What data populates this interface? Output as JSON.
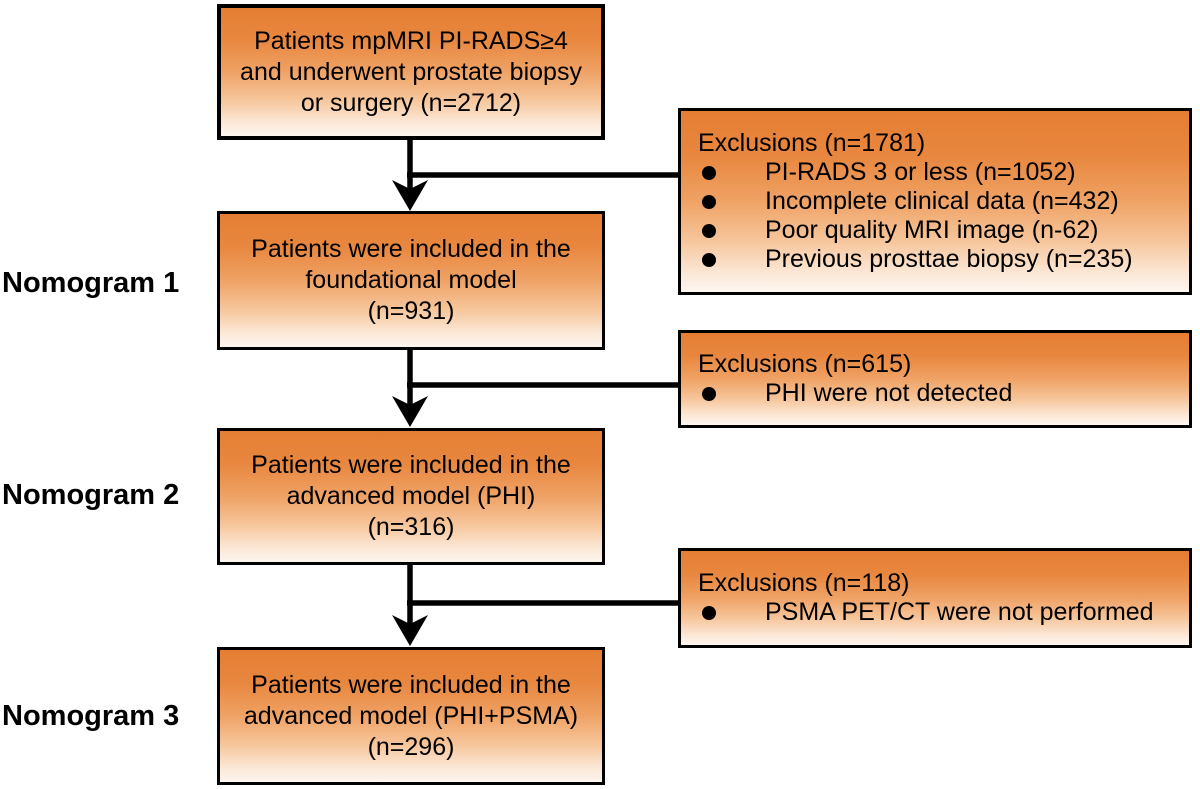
{
  "diagram": {
    "labels": [
      {
        "text": "Nomogram 1"
      },
      {
        "text": "Nomogram 2"
      },
      {
        "text": "Nomogram 3"
      }
    ],
    "main_boxes": [
      {
        "lines": [
          "Patients mpMRI PI-RADS≥4",
          "and underwent prostate biopsy",
          "or surgery (n=2712)"
        ]
      },
      {
        "lines": [
          "Patients were included in the",
          "foundational model",
          "(n=931)"
        ]
      },
      {
        "lines": [
          "Patients were included in the",
          "advanced model (PHI)",
          "(n=316)"
        ]
      },
      {
        "lines": [
          "Patients were included in the",
          "advanced model (PHI+PSMA)",
          "(n=296)"
        ]
      }
    ],
    "exclusion_boxes": [
      {
        "title": "Exclusions (n=1781)",
        "items": [
          "PI-RADS 3 or less (n=1052)",
          "Incomplete clinical data (n=432)",
          "Poor quality MRI image (n-62)",
          "Previous prosttae biopsy (n=235)"
        ]
      },
      {
        "title": "Exclusions (n=615)",
        "items": [
          "PHI were not detected"
        ]
      },
      {
        "title": "Exclusions (n=118)",
        "items": [
          "PSMA PET/CT were not performed"
        ]
      }
    ],
    "colors": {
      "box_gradient_top": "#e57e33",
      "box_gradient_bottom": "#fdf6f0",
      "border": "#000000",
      "connector": "#000000",
      "text": "#000000"
    },
    "bullet_icon": "filled-circle"
  }
}
